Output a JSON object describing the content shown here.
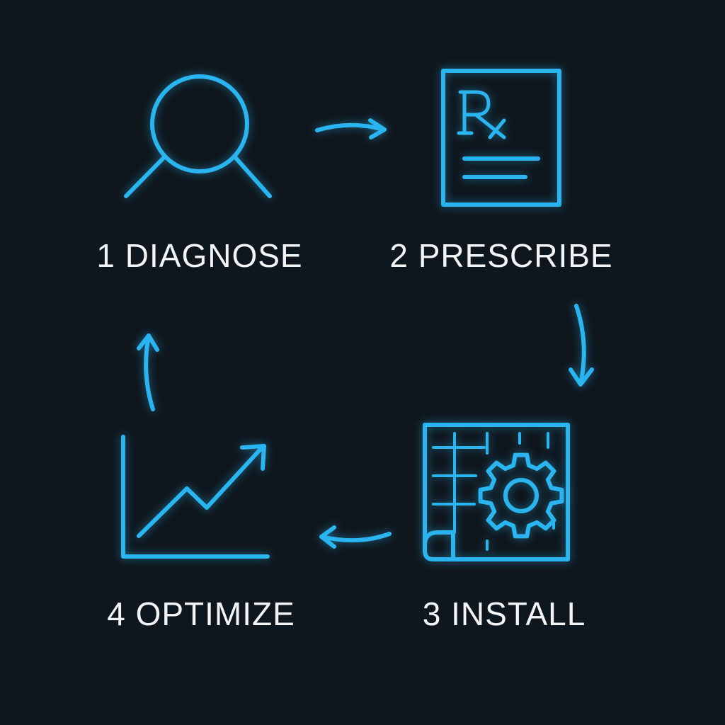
{
  "colors": {
    "background": "#0f171e",
    "accent": "#2ab4f0",
    "text": "#f2f4f6"
  },
  "steps": [
    {
      "number": "1",
      "name": "DIAGNOSE",
      "label": "1 DIAGNOSE",
      "icon": "magnifier-icon"
    },
    {
      "number": "2",
      "name": "PRESCRIBE",
      "label": "2 PRESCRIBE",
      "icon": "prescription-document-icon"
    },
    {
      "number": "3",
      "name": "INSTALL",
      "label": "3 INSTALL",
      "icon": "blueprint-gear-icon"
    },
    {
      "number": "4",
      "name": "OPTIMIZE",
      "label": "4 OPTIMIZE",
      "icon": "growth-chart-icon"
    }
  ],
  "prescription_symbol": "R"
}
